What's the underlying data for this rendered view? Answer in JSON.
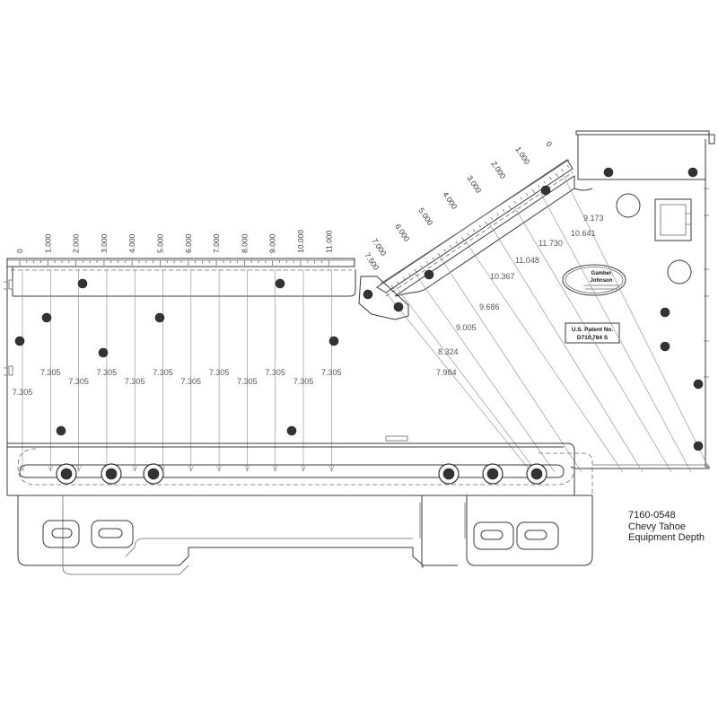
{
  "caption": {
    "part_number": "7160-0548",
    "vehicle": "Chevy Tahoe",
    "subject": "Equipment Depth"
  },
  "horizontal_ruler": {
    "labels": [
      "0",
      "1.000",
      "2.000",
      "3.000",
      "4.000",
      "5.000",
      "6.000",
      "7.000",
      "8.000",
      "9.000",
      "10.000",
      "11.000"
    ],
    "depths": [
      "7.305",
      "7.305",
      "7.305",
      "7.305",
      "7.305",
      "7.305",
      "7.305",
      "7.305",
      "7.305",
      "7.305",
      "7.305",
      "7.305"
    ]
  },
  "angled_ruler": {
    "labels": [
      "0",
      "1.000",
      "2.000",
      "3.000",
      "4.000",
      "5.000",
      "6.000",
      "7.000",
      "7.500"
    ],
    "depths": [
      "9.173",
      "10.641",
      "11.730",
      "11.048",
      "10.367",
      "9.686",
      "9.005",
      "8.324",
      "7.984"
    ]
  },
  "logo": {
    "line1": "Gamber",
    "line2": "Johnson"
  },
  "patent": {
    "line1": "U.S. Patent No.",
    "line2": "D710,784 S"
  },
  "colors": {
    "line": "#3a3a3a",
    "dimension": "#8a8a8a",
    "background": "#ffffff"
  }
}
